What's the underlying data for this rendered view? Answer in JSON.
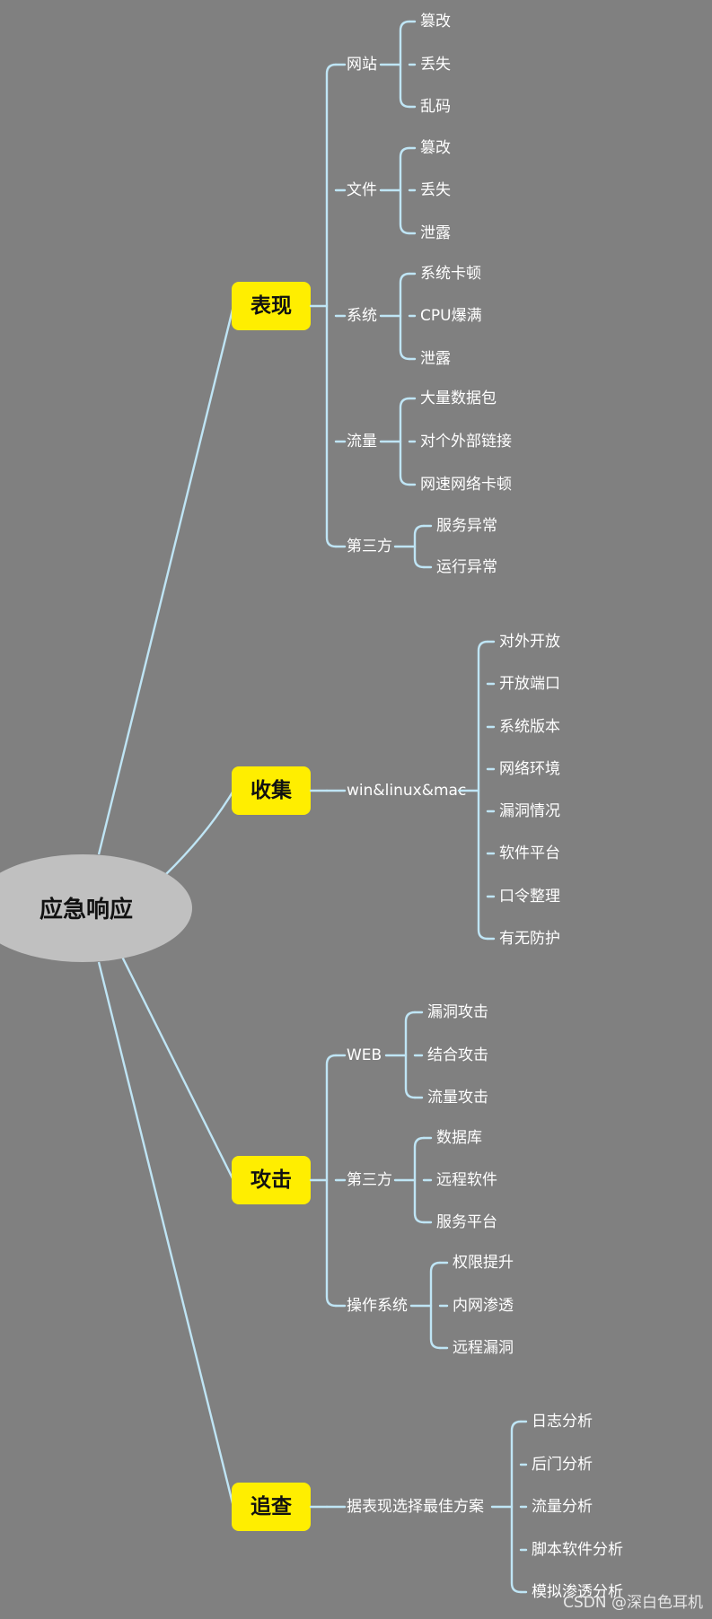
{
  "root": {
    "label": "应急响应"
  },
  "branches": [
    {
      "label": "表现",
      "children": [
        {
          "label": "网站",
          "children": [
            "篡改",
            "丢失",
            "乱码"
          ]
        },
        {
          "label": "文件",
          "children": [
            "篡改",
            "丢失",
            "泄露"
          ]
        },
        {
          "label": "系统",
          "children": [
            "系统卡顿",
            "CPU爆满",
            "泄露"
          ]
        },
        {
          "label": "流量",
          "children": [
            "大量数据包",
            "对个外部链接",
            "网速网络卡顿"
          ]
        },
        {
          "label": "第三方",
          "children": [
            "服务异常",
            "运行异常"
          ]
        }
      ]
    },
    {
      "label": "收集",
      "children": [
        {
          "label": "win&linux&mac",
          "children": [
            "对外开放",
            "开放端口",
            "系统版本",
            "网络环境",
            "漏洞情况",
            "软件平台",
            "口令整理",
            "有无防护"
          ]
        }
      ]
    },
    {
      "label": "攻击",
      "children": [
        {
          "label": "WEB",
          "children": [
            "漏洞攻击",
            "结合攻击",
            "流量攻击"
          ]
        },
        {
          "label": "第三方",
          "children": [
            "数据库",
            "远程软件",
            "服务平台"
          ]
        },
        {
          "label": "操作系统",
          "children": [
            "权限提升",
            "内网渗透",
            "远程漏洞"
          ]
        }
      ]
    },
    {
      "label": "追查",
      "children": [
        {
          "label": "据表现选择最佳方案",
          "children": [
            "日志分析",
            "后门分析",
            "流量分析",
            "脚本软件分析",
            "模拟渗透分析"
          ]
        }
      ]
    }
  ],
  "watermark": "CSDN @深白色耳机",
  "colors": {
    "background": "#808080",
    "root_fill": "#c0c0c0",
    "branch_fill": "#ffee00",
    "line": "#bfe5f5",
    "label_text": "#ffffff",
    "dark_text": "#111111"
  }
}
